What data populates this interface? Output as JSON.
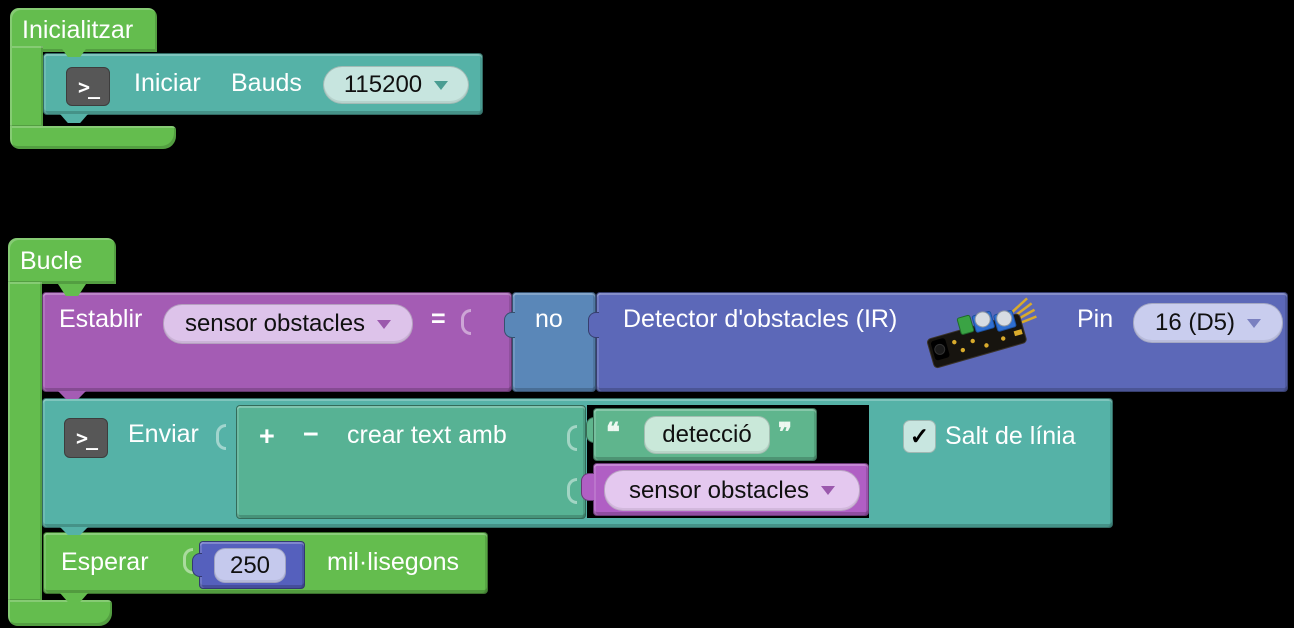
{
  "colors": {
    "wrapper_green": "#64bd4e",
    "serial_teal": "#55b2a7",
    "set_purple": "#a45cb4",
    "logic_blue": "#5a87b8",
    "sensor_indigo": "#5c68b8",
    "text_join_green": "#57b294",
    "string_green": "#5fb58d",
    "variable_orchid": "#b05fc4",
    "number_indigo": "#5560bd",
    "field_teal": "#c7e5df",
    "field_purple": "#ddc3ea",
    "field_periwinkle": "#c9cdee",
    "field_green": "#c9e8d9",
    "field_orchid": "#e4c8ef",
    "field_lavender": "#c5c9ed"
  },
  "inicialitzar": {
    "label": "Inicialitzar"
  },
  "iniciar": {
    "terminal_glyph": ">_",
    "label_verb": "Iniciar",
    "label_bauds": "Bauds",
    "baud_rate": "115200"
  },
  "bucle": {
    "label": "Bucle"
  },
  "establir": {
    "label": "Establir",
    "variable": "sensor obstacles",
    "equals": "="
  },
  "negation": {
    "label": "no"
  },
  "detector": {
    "label": "Detector d'obstacles (IR)",
    "image_name": "ir-obstacle-sensor-module",
    "pin_label": "Pin",
    "pin_value": "16 (D5)"
  },
  "enviar": {
    "terminal_glyph": ">_",
    "label": "Enviar"
  },
  "crear_text": {
    "add": "+",
    "remove": "−",
    "label": "crear text amb"
  },
  "text_string": {
    "open_quote": "❝",
    "value": "detecció",
    "close_quote": "❞"
  },
  "variable_value": {
    "value": "sensor obstacles"
  },
  "newline": {
    "checkmark": "✓",
    "label": "Salt de línia"
  },
  "esperar": {
    "label": "Esperar",
    "value": "250",
    "unit": "mil·lisegons"
  }
}
